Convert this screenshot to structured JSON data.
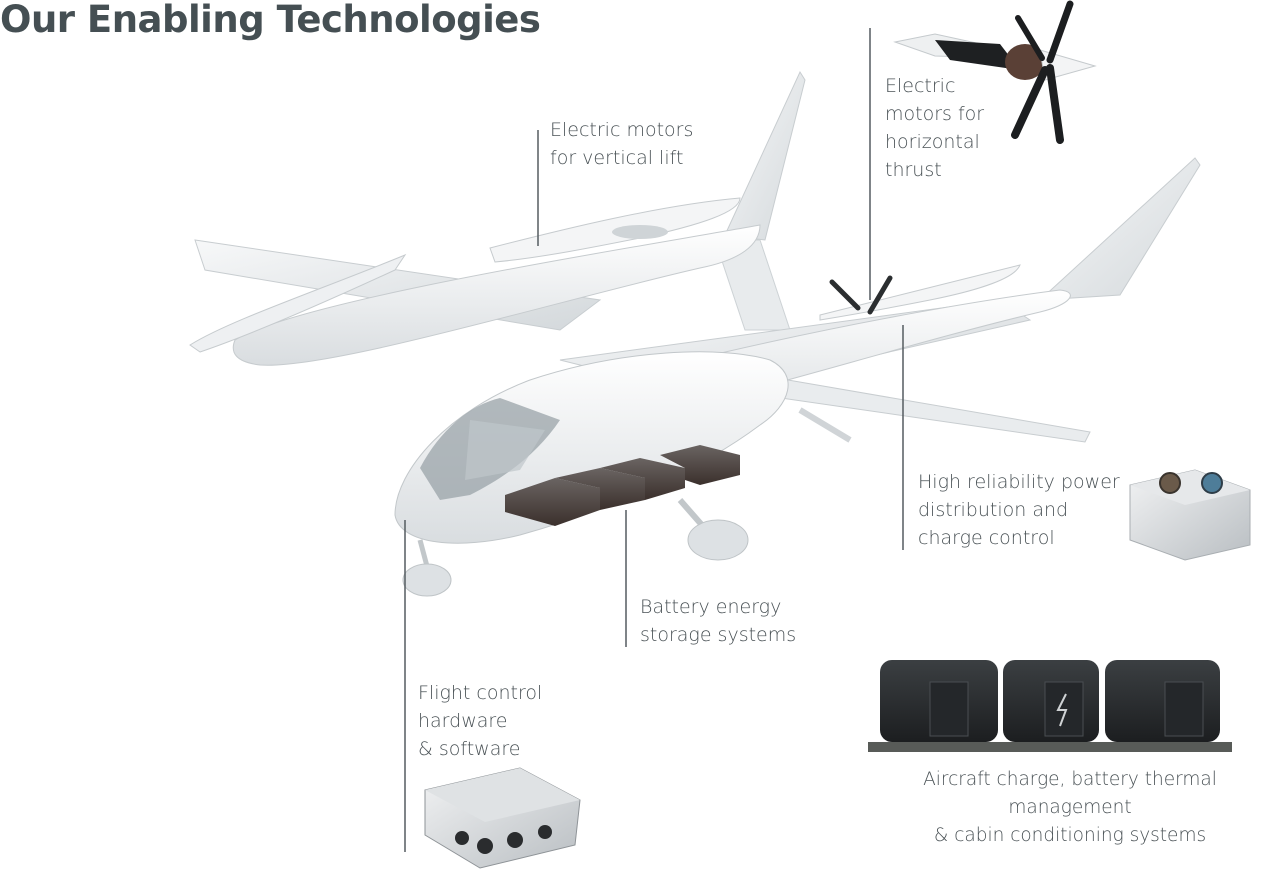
{
  "title": "Our Enabling Technologies",
  "labels": {
    "vertical_lift": "Electric motors\nfor vertical lift",
    "horizontal_thrust": "Electric\nmotors for\nhorizontal\nthrust",
    "power_distribution": "High reliability power\ndistribution and\ncharge control",
    "battery": "Battery energy\nstorage systems",
    "flight_control": "Flight control\nhardware\n& software",
    "ground_systems": "Aircraft charge, battery thermal management\n& cabin conditioning systems"
  },
  "icons": {
    "aircraft": "evtol-aircraft-illustration",
    "propeller": "propeller-motor-illustration",
    "power_box": "power-distribution-unit-illustration",
    "flight_computer": "flight-control-computer-illustration",
    "ground_units": "ground-support-units-illustration"
  }
}
